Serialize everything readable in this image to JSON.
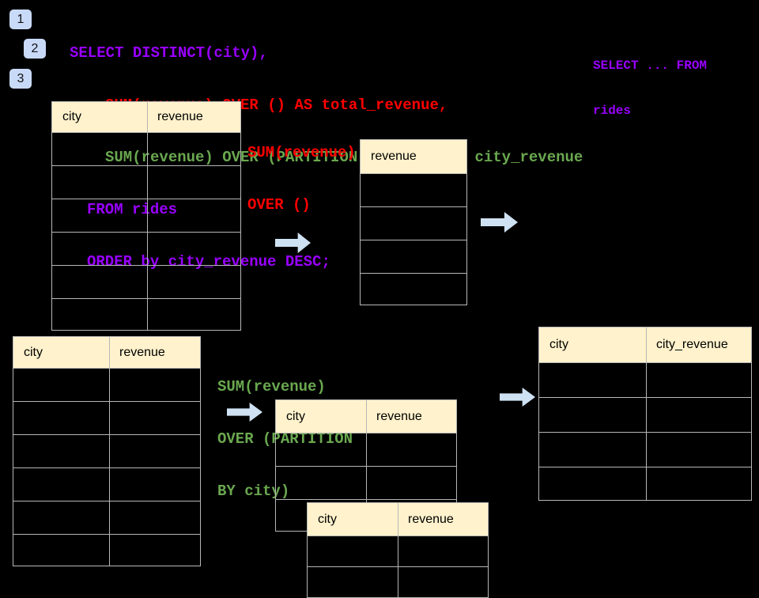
{
  "colors": {
    "bg": "#000000",
    "table_header": "#fff2cc",
    "table_border": "#b7b7b7",
    "arrow": "#cfe2f3",
    "badge": "#c9daf8",
    "sql_purple": "#9900ff",
    "sql_red": "#ff0000",
    "sql_green": "#6aa84f"
  },
  "icons": {
    "flow_arrow": "right-block-arrow"
  },
  "badges": {
    "step1": "1",
    "step2": "2",
    "step3": "3"
  },
  "sql": {
    "line1": "SELECT DISTINCT(city),",
    "line2": "SUM(revenue) OVER () AS total_revenue,",
    "line3": "SUM(revenue) OVER (PARTITION BY city) as city_revenue",
    "line4": "FROM rides",
    "line5": "ORDER by city_revenue DESC;"
  },
  "from_note": {
    "line1": "SELECT ... FROM",
    "line2": "rides"
  },
  "total_label": {
    "line1": "SUM(revenue)",
    "line2": "OVER ()"
  },
  "partition_label": {
    "line1": "SUM(revenue)",
    "line2": "OVER (PARTITION",
    "line3": "BY city)"
  },
  "tables": {
    "rides_top": {
      "col1": "city",
      "col2": "revenue"
    },
    "total_revenue_result": {
      "col1": "revenue"
    },
    "rides_bottom": {
      "col1": "city",
      "col2": "revenue"
    },
    "partition_group": {
      "col1": "city",
      "col2": "revenue"
    },
    "partition_group_overlay": {
      "col1": "city",
      "col2": "revenue"
    },
    "city_revenue_result": {
      "col1": "city",
      "col2": "city_revenue"
    }
  }
}
